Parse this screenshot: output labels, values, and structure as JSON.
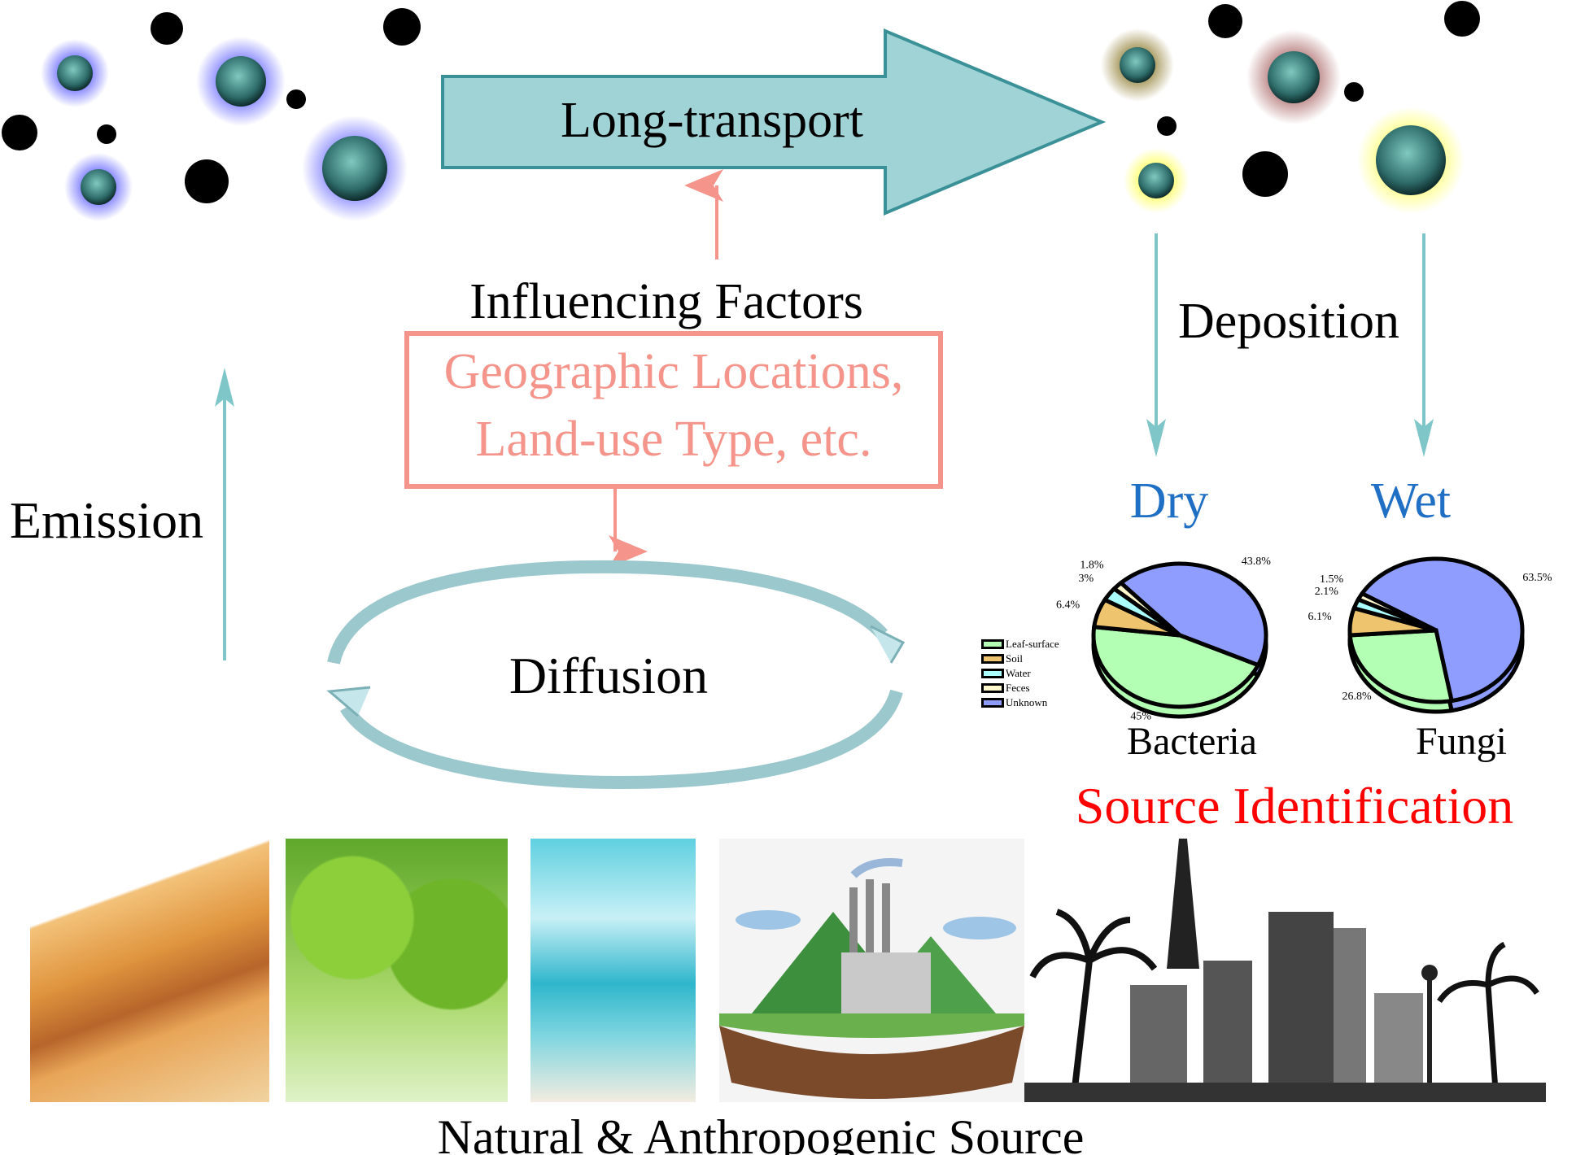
{
  "labels": {
    "long_transport": "Long-transport",
    "influencing_factors": "Influencing Factors",
    "factors_line1": "Geographic Locations,",
    "factors_line2": "Land-use Type, etc.",
    "emission": "Emission",
    "diffusion": "Diffusion",
    "deposition": "Deposition",
    "dry": "Dry",
    "wet": "Wet",
    "source_identification": "Source Identification",
    "caption": "Natural & Anthropogenic Source"
  },
  "colors": {
    "arrow_fill": "#a0d3d6",
    "arrow_stroke": "#3a9197",
    "pink": "#f4948a",
    "blue": "#1f6fc4",
    "red": "#ff0000"
  },
  "chart_data": [
    {
      "type": "pie",
      "title": "Bacteria",
      "categories": [
        "Unknown",
        "Leaf-surface",
        "Soil",
        "Water",
        "Feces"
      ],
      "values": [
        43.8,
        45,
        6.4,
        3,
        1.8
      ],
      "value_labels": [
        "43.8%",
        "45%",
        "6.4%",
        "3%",
        "1.8%"
      ]
    },
    {
      "type": "pie",
      "title": "Fungi",
      "categories": [
        "Unknown",
        "Leaf-surface",
        "Soil",
        "Water",
        "Feces"
      ],
      "values": [
        63.5,
        26.8,
        6.1,
        2.1,
        1.5
      ],
      "value_labels": [
        "63.5%",
        "26.8%",
        "6.1%",
        "2.1%",
        "1.5%"
      ]
    }
  ],
  "legend": [
    {
      "label": "Leaf-surface",
      "color": "#b3ffb3"
    },
    {
      "label": "Soil",
      "color": "#eec46e"
    },
    {
      "label": "Water",
      "color": "#aaffff"
    },
    {
      "label": "Feces",
      "color": "#fff8cc"
    },
    {
      "label": "Unknown",
      "color": "#8e9dff"
    }
  ],
  "pie_colors": {
    "Unknown": "#8e9dff",
    "Leaf-surface": "#b3ffb3",
    "Soil": "#eec46e",
    "Water": "#aaffff",
    "Feces": "#fff8cc"
  }
}
